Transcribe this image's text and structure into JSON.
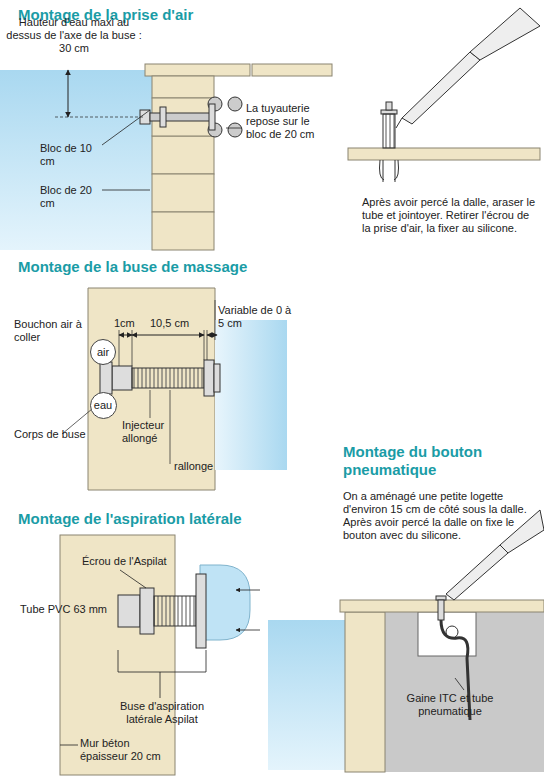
{
  "diagram": {
    "nodes": [
      {
        "text": [
          "air"
        ]
      },
      {
        "text": [
          "eau"
        ]
      }
    ],
    "labels": [
      "Montage de la prise d'air",
      "Hauteur d'eau maxi au dessus de l'axe de la buse : 30 cm",
      "Bloc de 10 cm",
      "Bloc de 20 cm",
      "La tuyauterie repose sur le bloc de 20 cm",
      "Après avoir percé la dalle, araser le tube et jointoyer. Retirer l'écrou de la prise d'air, la fixer au silicone.",
      "Montage de la buse de massage",
      "Bouchon air à coller",
      "1cm",
      "10,5 cm",
      "Variable de 0 à 5 cm",
      "Corps de buse",
      "Injecteur allongé",
      "rallonge",
      "Montage du bouton pneumatique",
      "On  a aménagé une petite logette d'environ 15 cm de côté sous la dalle. Après avoir percé la dalle on fixe le bouton avec du silicone.",
      "Gaine ITC et tube pneumatique",
      "Montage de l'aspiration latérale",
      "Écrou de l'Aspilat",
      "Tube PVC 63 mm",
      "Buse d'aspiration latérale Aspilat",
      "Mur béton épaisseur 20 cm"
    ]
  }
}
